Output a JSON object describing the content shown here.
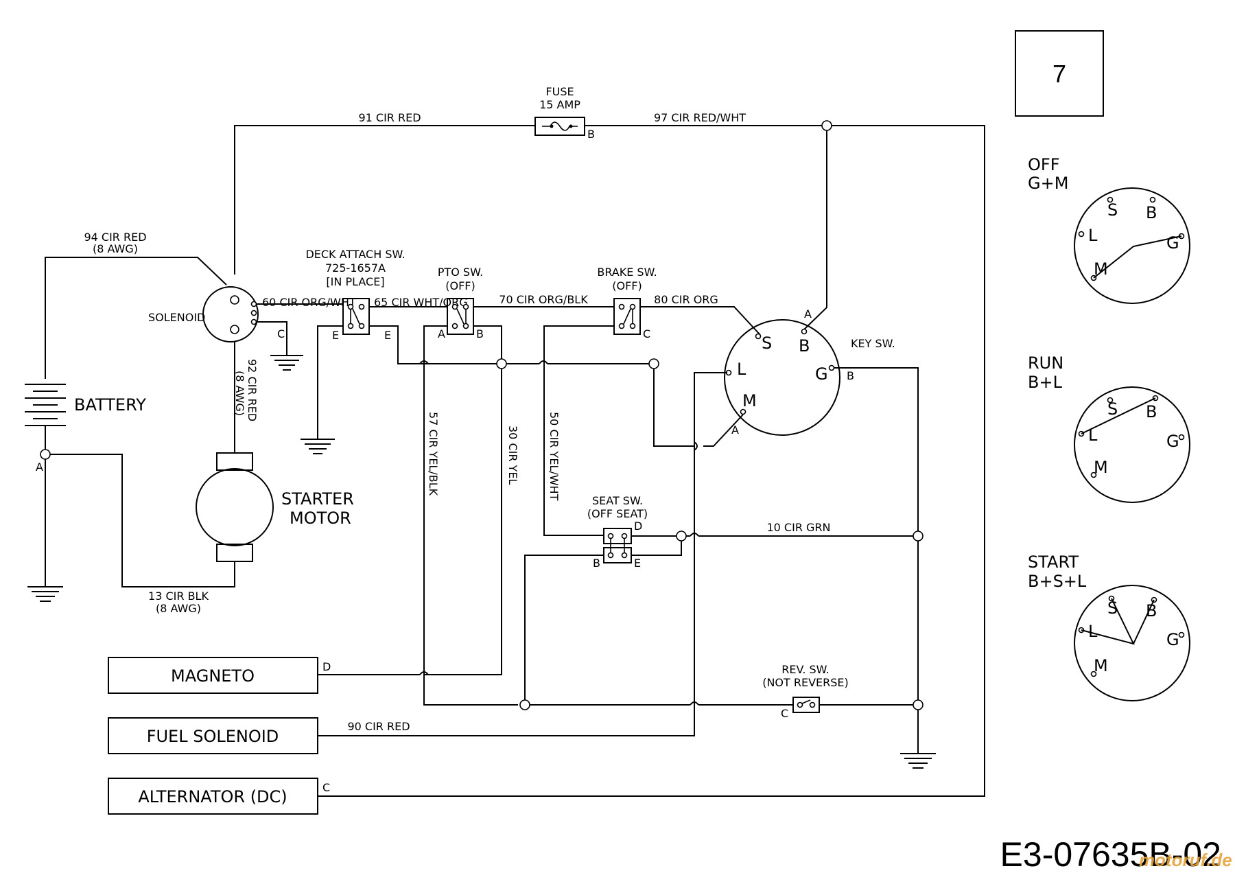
{
  "page_number": "7",
  "drawing_number": "E3-07635B-02",
  "watermark": "motoruf.de",
  "components": {
    "fuse": {
      "title": "FUSE",
      "rating": "15 AMP"
    },
    "battery": "BATTERY",
    "solenoid": "SOLENOID",
    "starter_motor": {
      "line1": "STARTER",
      "line2": "MOTOR"
    },
    "deck_attach_sw": {
      "line1": "DECK ATTACH SW.",
      "line2": "725-1657A",
      "line3": "[IN PLACE]"
    },
    "pto_sw": {
      "line1": "PTO SW.",
      "line2": "(OFF)"
    },
    "brake_sw": {
      "line1": "BRAKE SW.",
      "line2": "(OFF)"
    },
    "key_sw": "KEY SW.",
    "seat_sw": {
      "line1": "SEAT SW.",
      "line2": "(OFF SEAT)"
    },
    "rev_sw": {
      "line1": "REV. SW.",
      "line2": "(NOT REVERSE)"
    },
    "magneto": "MAGNETO",
    "fuel_solenoid": "FUEL SOLENOID",
    "alternator": "ALTERNATOR (DC)"
  },
  "wires": {
    "w91": "91 CIR RED",
    "w97": "97 CIR RED/WHT",
    "w94": "94 CIR RED",
    "w94_gauge": "(8 AWG)",
    "w92": "92 CIR RED",
    "w92_gauge": "(8 AWG)",
    "w60": "60 CIR ORG/WHT",
    "w65": "65 CIR WHT/ORG",
    "w70": "70 CIR ORG/BLK",
    "w80": "80 CIR ORG",
    "w57": "57 CIR YEL/BLK",
    "w30": "30 CIR YEL",
    "w50": "50 CIR YEL/WHT",
    "w10": "10 CIR GRN",
    "w13": "13 CIR BLK",
    "w13_gauge": "(8 AWG)",
    "w90": "90 CIR RED"
  },
  "terminals": {
    "A": "A",
    "B": "B",
    "C": "C",
    "D": "D",
    "E": "E",
    "S": "S",
    "L": "L",
    "M": "M",
    "G": "G"
  },
  "key_positions": [
    {
      "name": "OFF",
      "combo": "G+M"
    },
    {
      "name": "RUN",
      "combo": "B+L"
    },
    {
      "name": "START",
      "combo": "B+S+L"
    }
  ]
}
